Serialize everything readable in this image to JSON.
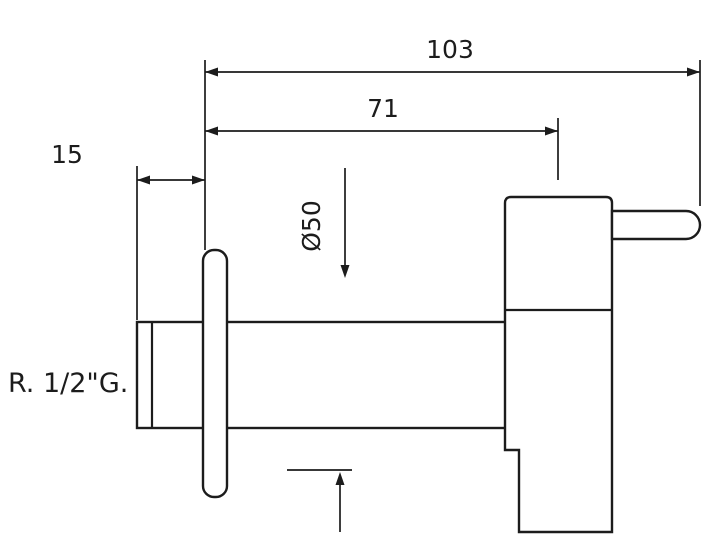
{
  "drawing": {
    "description": "Technical dimensional drawing of a wall-mounted single-lever tap, side view",
    "background_color": "#ffffff",
    "line_color": "#1c1c1c",
    "labels": {
      "dim_total_length": "103",
      "dim_to_valve_center": "71",
      "dim_inlet_depth": "15",
      "dim_flange_diameter": "Ø50",
      "thread_spec": "R. 1/2\"G."
    }
  }
}
